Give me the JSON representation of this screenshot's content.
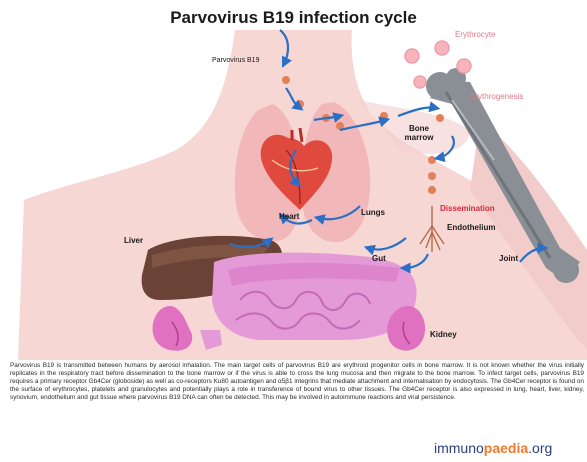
{
  "diagram": {
    "title": "Parvovirus B19 infection cycle",
    "labels": {
      "parvovirus": "Parvovirus B19",
      "erythrocyte": "Erythrocyte",
      "erythrogenesis": "Erythrogenesis",
      "bone_marrow": "Bone marrow",
      "heart": "Heart",
      "lungs": "Lungs",
      "dissemination": "Dissemination",
      "endothelium": "Endothelium",
      "liver": "Liver",
      "gut": "Gut",
      "joint": "Joint",
      "kidney": "Kidney"
    },
    "colors": {
      "body": "#f6d7d4",
      "lungs": "#f2b7b8",
      "virus": "#e2805a",
      "arrow": "#2a6fc4",
      "bone": "#8a8f96",
      "liver": "#6a4336",
      "gut": "#e59ad8",
      "kidney": "#e070c0",
      "heart": "#e04a3e",
      "dissemination_label": "#d6283c"
    }
  },
  "description": "Parvovirus B19 is transmitted between humans by aerosol inhalation. The main target cells of parvovirus B19 are erythroid progenitor cells in bone marrow. It is not known whether the virus initially replicates in the respiratory tract before dissemination to the bone marrow or if the virus is able to cross the lung mucosa and then migrate to the bone marrow. To infect target cells, parvovirus B19 requires a primary receptor Gb4Cer (globoside) as well as co-receptors Ku80 autoantigen and α5β1 integrins that mediate attachment and internalisation by endocytosis. The Gb4Cer receptor is found on the surface of erythrocytes, platelets and granulocytes and potentially plays a role in transference of bound virus to other tissues. The Gb4Cer receptor is also expressed in lung, heart, liver, kidney, synovium, endothelium and gut tissue where parvovirus B19 DNA can often be detected. This may be involved in autoimmune reactions and viral persistence.",
  "branding": {
    "prefix": "immuno",
    "highlight": "paedia",
    "suffix": ".org"
  }
}
